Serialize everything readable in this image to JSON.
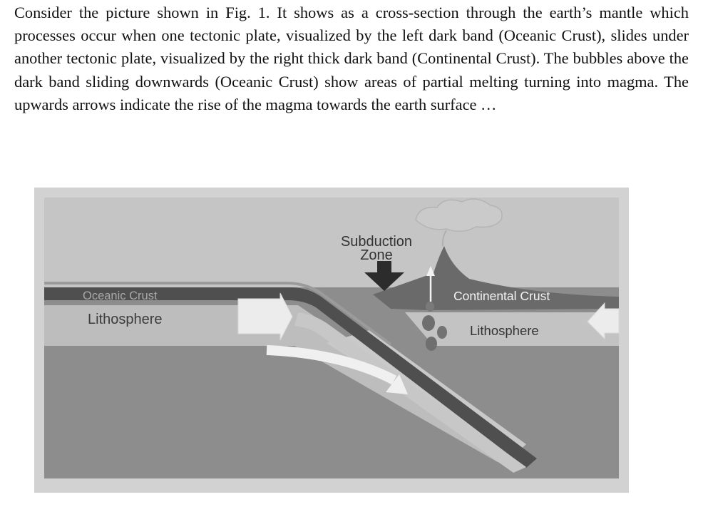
{
  "intro": {
    "paragraph": "Consider the picture shown in Fig. 1. It shows as a cross-section through the earth’s mantle which processes occur when one tectonic plate, visualized by the left dark band (Oceanic Crust), slides under another tectonic plate, visualized by the right thick dark band (Continental Crust). The bubbles above the dark band sliding downwards (Oceanic Crust) show areas of partial melting turning into magma. The upwards arrows indicate the rise of the magma towards the earth surface …"
  },
  "figure": {
    "labels": {
      "subduction_line1": "Subduction",
      "subduction_line2": "Zone",
      "oceanic_crust": "Oceanic Crust",
      "lithosphere_left": "Lithosphere",
      "continental_crust": "Continental Crust",
      "lithosphere_right": "Lithosphere"
    },
    "colors": {
      "frame": "#cfcfcf",
      "sky": "#c4c4c4",
      "mantle": "#8d8d8d",
      "lithosphere": "#bdbdbd",
      "oceanic_crust": "#555555",
      "continental_crust": "#6c6c6c",
      "arrow": "#eeeeee",
      "dark_arrow": "#2c2c2c"
    }
  }
}
